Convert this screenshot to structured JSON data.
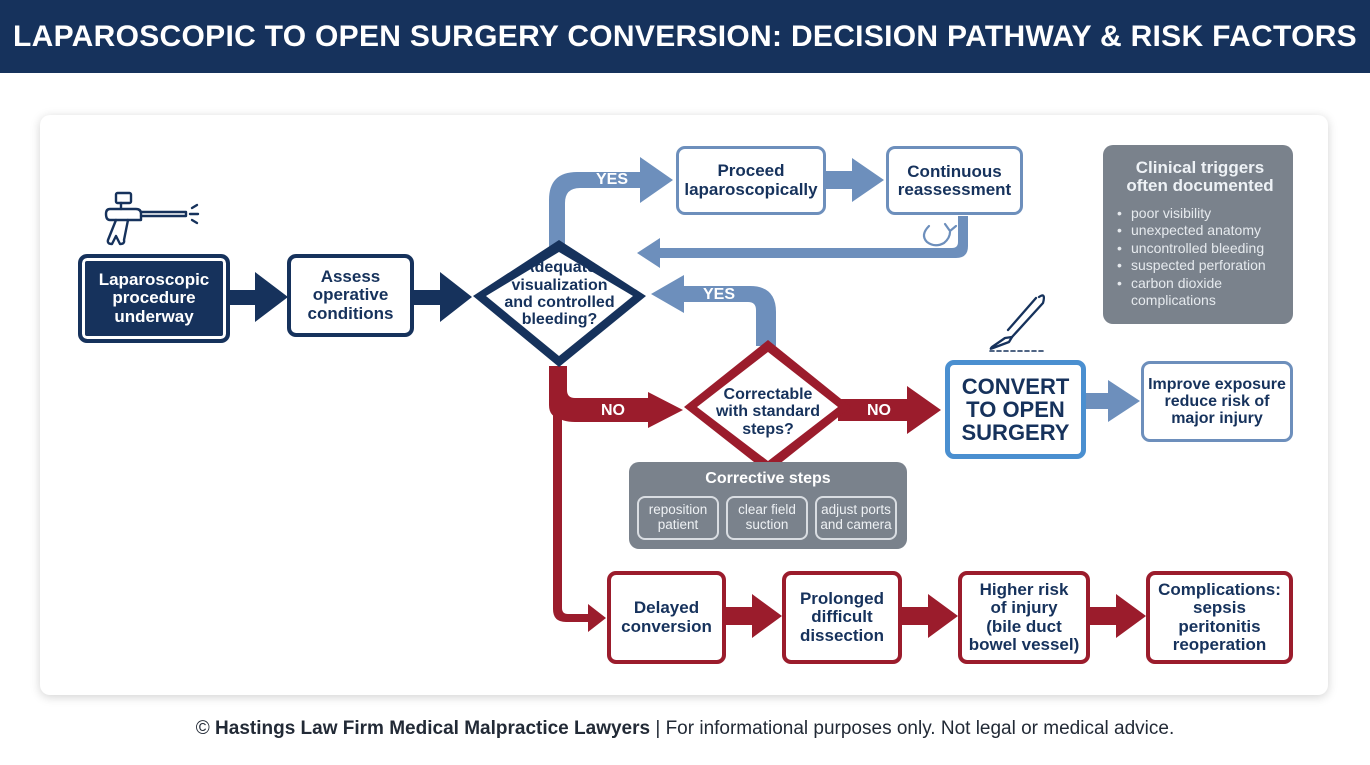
{
  "header": {
    "title": "LAPAROSCOPIC TO OPEN SURGERY CONVERSION: DECISION PATHWAY & RISK FACTORS"
  },
  "icons": {
    "instrument": "laparoscopic-instrument-icon",
    "scalpel": "scalpel-icon",
    "cycle": "cycle-arrow-icon"
  },
  "nodes": {
    "start": "Laparoscopic\nprocedure\nunderway",
    "assess": "Assess\noperative\nconditions",
    "decision1": "Adequate\nvisualization\nand controlled\nbleeding?",
    "proceed": "Proceed\nlaparoscopically",
    "reassess": "Continuous\nreassessment",
    "decision2": "Correctable\nwith standard\nsteps?",
    "convert": "CONVERT\nTO OPEN\nSURGERY",
    "improve": "Improve exposure\nreduce risk of\nmajor injury",
    "delayed": "Delayed\nconversion",
    "prolonged": "Prolonged\ndifficult\ndissection",
    "higher_risk": "Higher risk\nof injury\n(bile duct\nbowel vessel)",
    "complications": "Complications:\nsepsis\nperitonitis\nreoperation"
  },
  "labels": {
    "yes1": "YES",
    "yes2": "YES",
    "no1": "NO",
    "no2": "NO"
  },
  "triggers": {
    "title": "Clinical triggers\noften documented",
    "items": [
      "poor visibility",
      "unexpected anatomy",
      "uncontrolled bleeding",
      "suspected perforation",
      "carbon dioxide\ncomplications"
    ]
  },
  "corrective": {
    "title": "Corrective steps",
    "steps": [
      "reposition\npatient",
      "clear field\nsuction",
      "adjust ports\nand camera"
    ]
  },
  "footer": {
    "prefix": "© ",
    "firm": "Hastings Law Firm Medical Malpractice Lawyers",
    "rest": " | For informational purposes only. Not legal or medical advice."
  },
  "colors": {
    "navy": "#16325c",
    "blue_arrow": "#6d8fbc",
    "red": "#9b1c2c",
    "convert_border": "#4a8fd0",
    "gray_panel": "#7a828c"
  }
}
